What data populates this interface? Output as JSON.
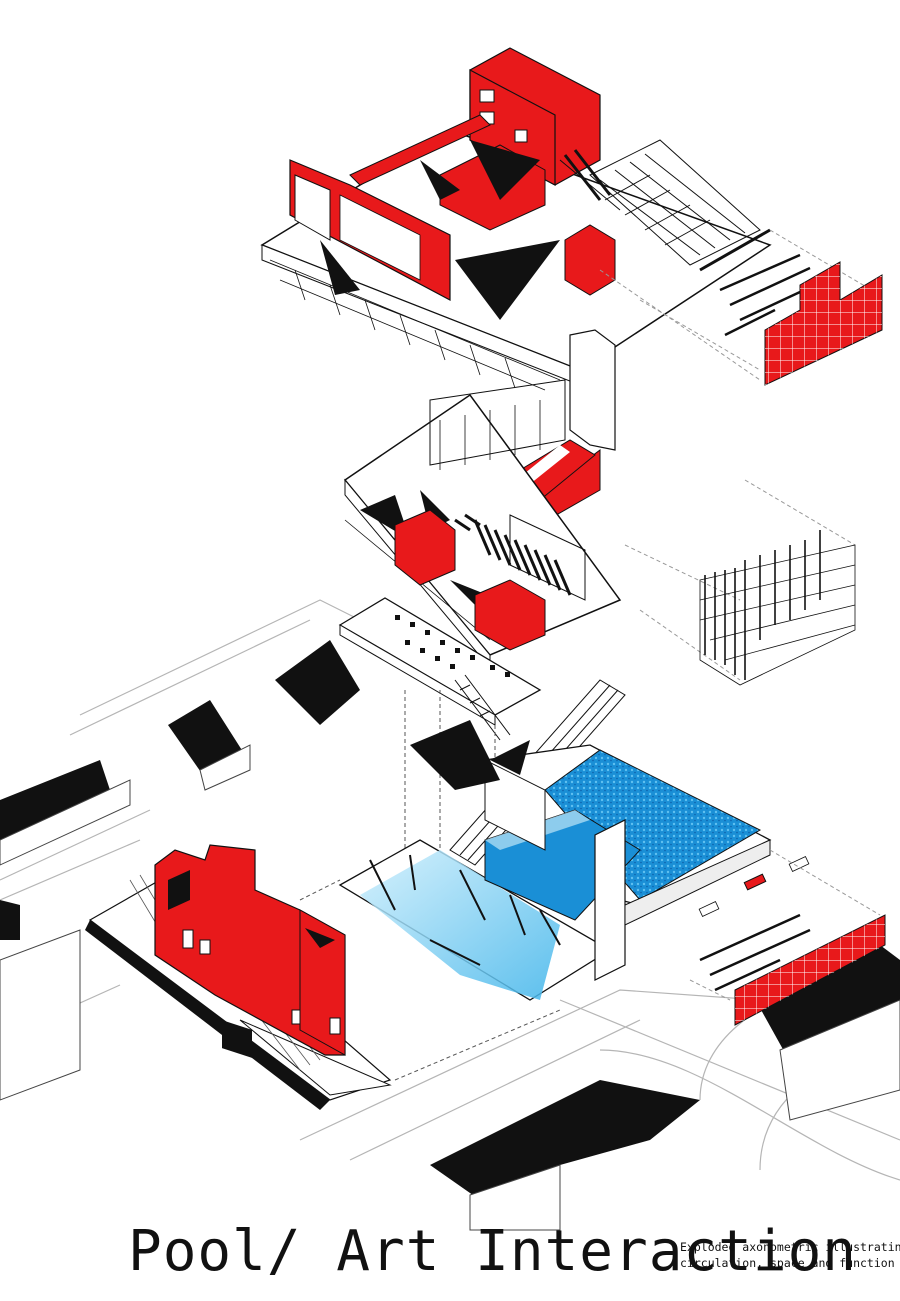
{
  "title": "Pool/ Art Interaction",
  "caption": {
    "line1": "Exploded axonometric illustrating",
    "line2": "circulation, space  and function"
  },
  "colors": {
    "accent": "#e8191b",
    "ink": "#111111",
    "pool": "#1a8fd6",
    "glass": "#bfe6f7",
    "line": "#9a9a9a"
  }
}
